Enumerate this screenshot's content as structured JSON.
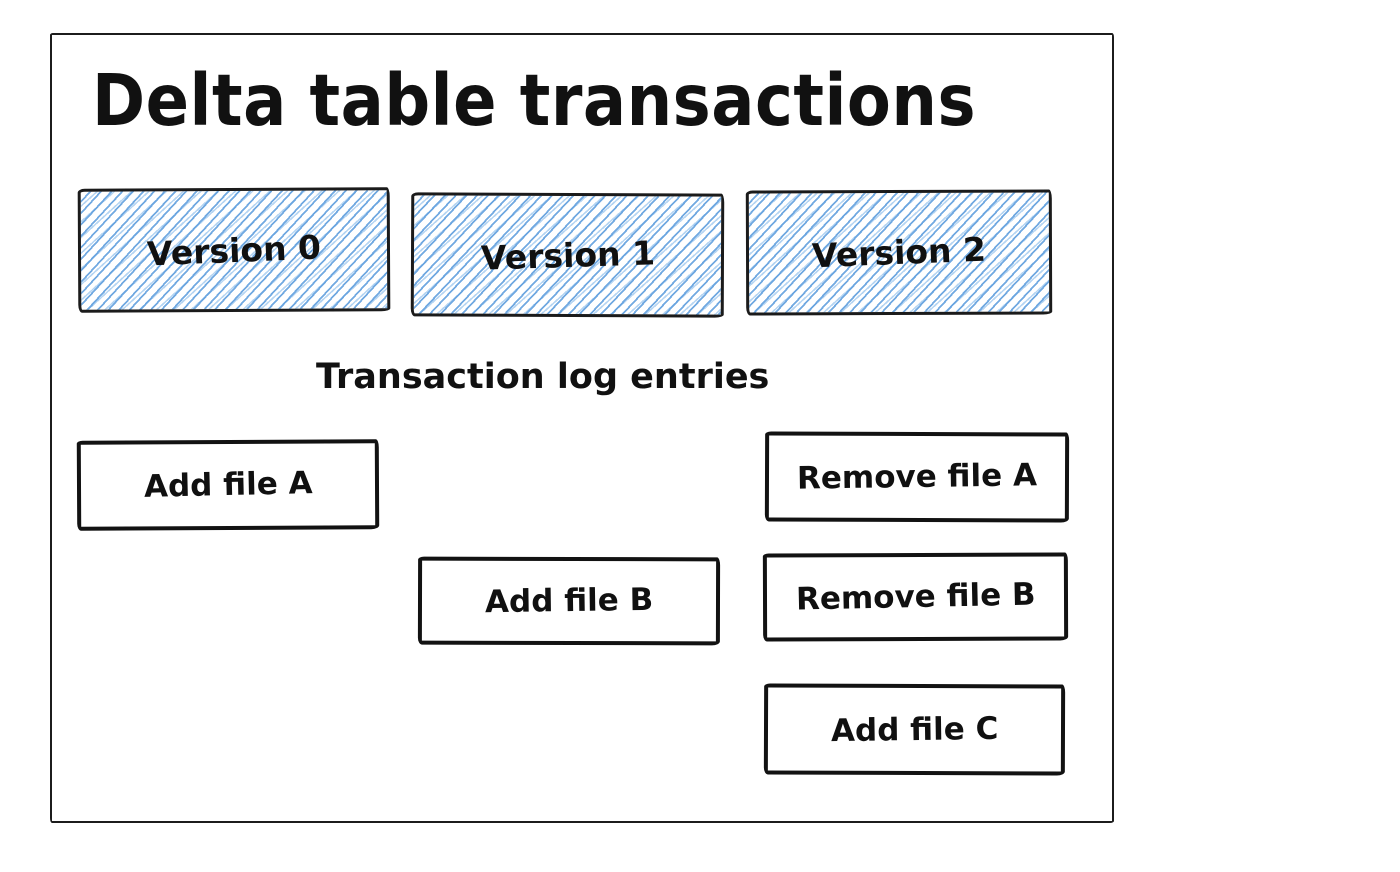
{
  "diagram": {
    "title": "Delta table transactions",
    "versions": [
      {
        "label": "Version 0"
      },
      {
        "label": "Version 1"
      },
      {
        "label": "Version 2"
      }
    ],
    "log_section_label": "Transaction log entries",
    "log_entries": [
      {
        "label": "Add file A"
      },
      {
        "label": "Remove file A"
      },
      {
        "label": "Add file B"
      },
      {
        "label": "Remove file B"
      },
      {
        "label": "Add file C"
      }
    ],
    "colors": {
      "hatch_blue": "#6ea9dd",
      "stroke": "#1b1b1b",
      "background": "#ffffff"
    }
  }
}
